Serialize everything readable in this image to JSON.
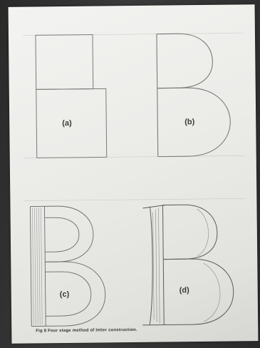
{
  "figure": {
    "stages": [
      {
        "id": "a",
        "label": "(a)"
      },
      {
        "id": "b",
        "label": "(b)"
      },
      {
        "id": "c",
        "label": "(c)"
      },
      {
        "id": "d",
        "label": "(d)"
      }
    ],
    "caption": "Fig 8 Four stage method of letter construction."
  }
}
